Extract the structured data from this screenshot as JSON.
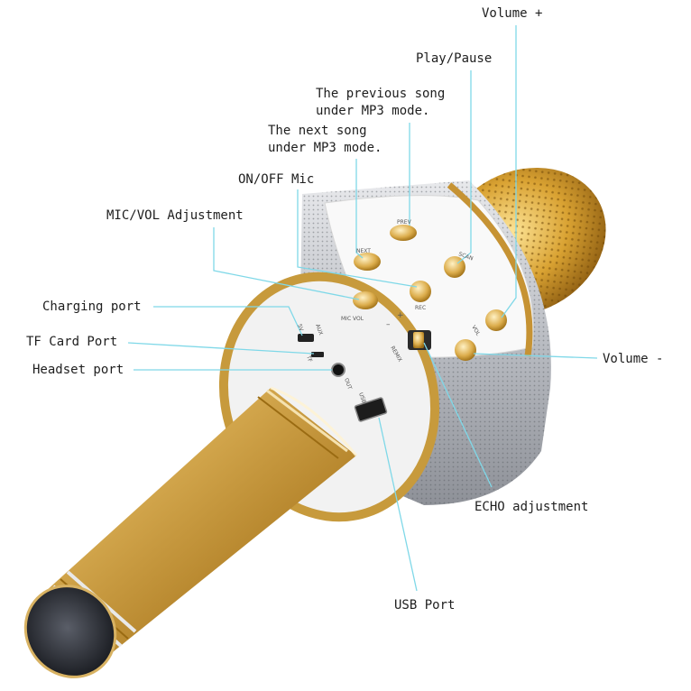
{
  "labels": {
    "volume_up": "Volume +",
    "play_pause": "Play/Pause",
    "previous_song": [
      "The previous song",
      "under MP3 mode."
    ],
    "next_song": [
      "The next song",
      "under MP3 mode."
    ],
    "on_off_mic": "ON/OFF Mic",
    "mic_vol": "MIC/VOL Adjustment",
    "charging_port": "Charging port",
    "tf_card_port": "TF Card Port",
    "headset_port": "Headset port",
    "volume_down": "Volume -",
    "echo": "ECHO adjustment",
    "usb_port": "USB Port"
  },
  "device_markings": {
    "prev": "PREV",
    "next": "NEXT",
    "scan": "SCAN",
    "rec": "REC",
    "mic_vol": "MIC VOL",
    "vol": "VOL",
    "minus": "–",
    "plus": "+",
    "remix": "REMIX",
    "usb": "USB",
    "aux": "AUX",
    "five_v": "5V",
    "tf": "TF",
    "out": "OUT"
  },
  "colors": {
    "leader_line": "#7fd8e8",
    "gold": "#d9a93c",
    "gold_dark": "#9a6b12",
    "silver": "#c9cbcf",
    "panel": "#f7f7f7",
    "text": "#1e1e1e"
  }
}
